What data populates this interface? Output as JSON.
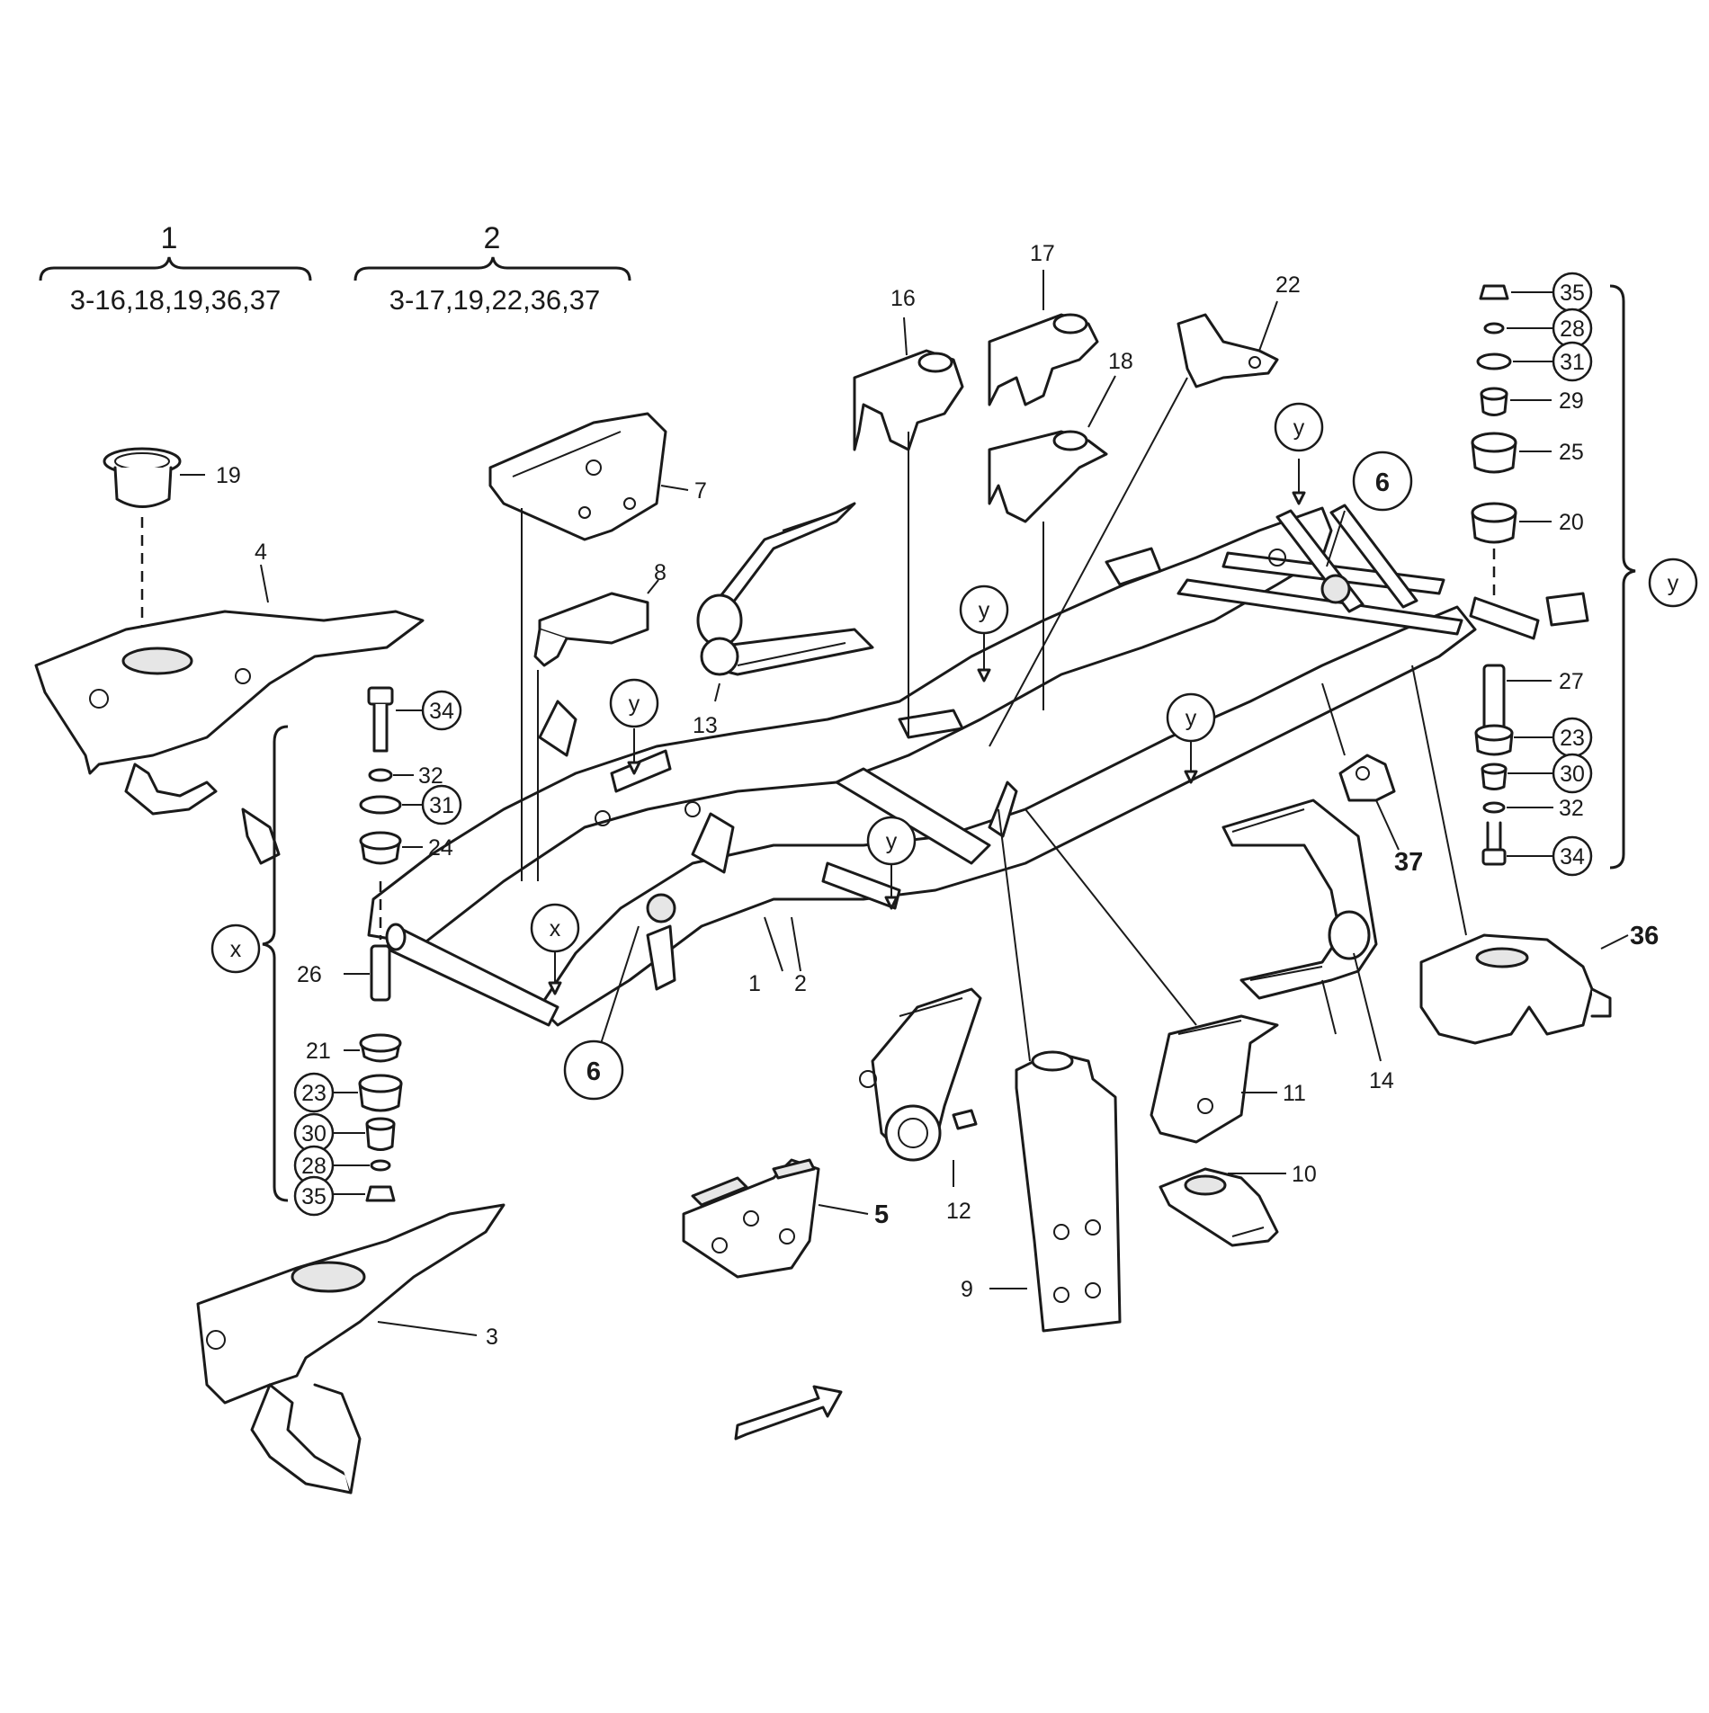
{
  "groups": [
    {
      "number": "1",
      "range": "3-16,18,19,36,37"
    },
    {
      "number": "2",
      "range": "3-17,19,22,36,37"
    }
  ],
  "part_labels": {
    "p1": "1",
    "p2": "2",
    "p3": "3",
    "p4": "4",
    "p5": "5",
    "p6a": "6",
    "p6b": "6",
    "p7": "7",
    "p8": "8",
    "p9": "9",
    "p10": "10",
    "p11": "11",
    "p12": "12",
    "p13": "13",
    "p14": "14",
    "p16": "16",
    "p17": "17",
    "p18": "18",
    "p19": "19",
    "p20": "20",
    "p21": "21",
    "p22": "22",
    "p23x": "23",
    "p23y": "23",
    "p24": "24",
    "p25": "25",
    "p26": "26",
    "p27": "27",
    "p28x": "28",
    "p28y": "28",
    "p29": "29",
    "p30x": "30",
    "p30y": "30",
    "p31x": "31",
    "p31y": "31",
    "p32x": "32",
    "p32y": "32",
    "p34x": "34",
    "p34y": "34",
    "p35x": "35",
    "p35y": "35",
    "p36": "36",
    "p37": "37"
  },
  "markers": {
    "x": "x",
    "y": "y"
  },
  "colors": {
    "ink": "#1a1a1a",
    "paper": "#ffffff"
  }
}
